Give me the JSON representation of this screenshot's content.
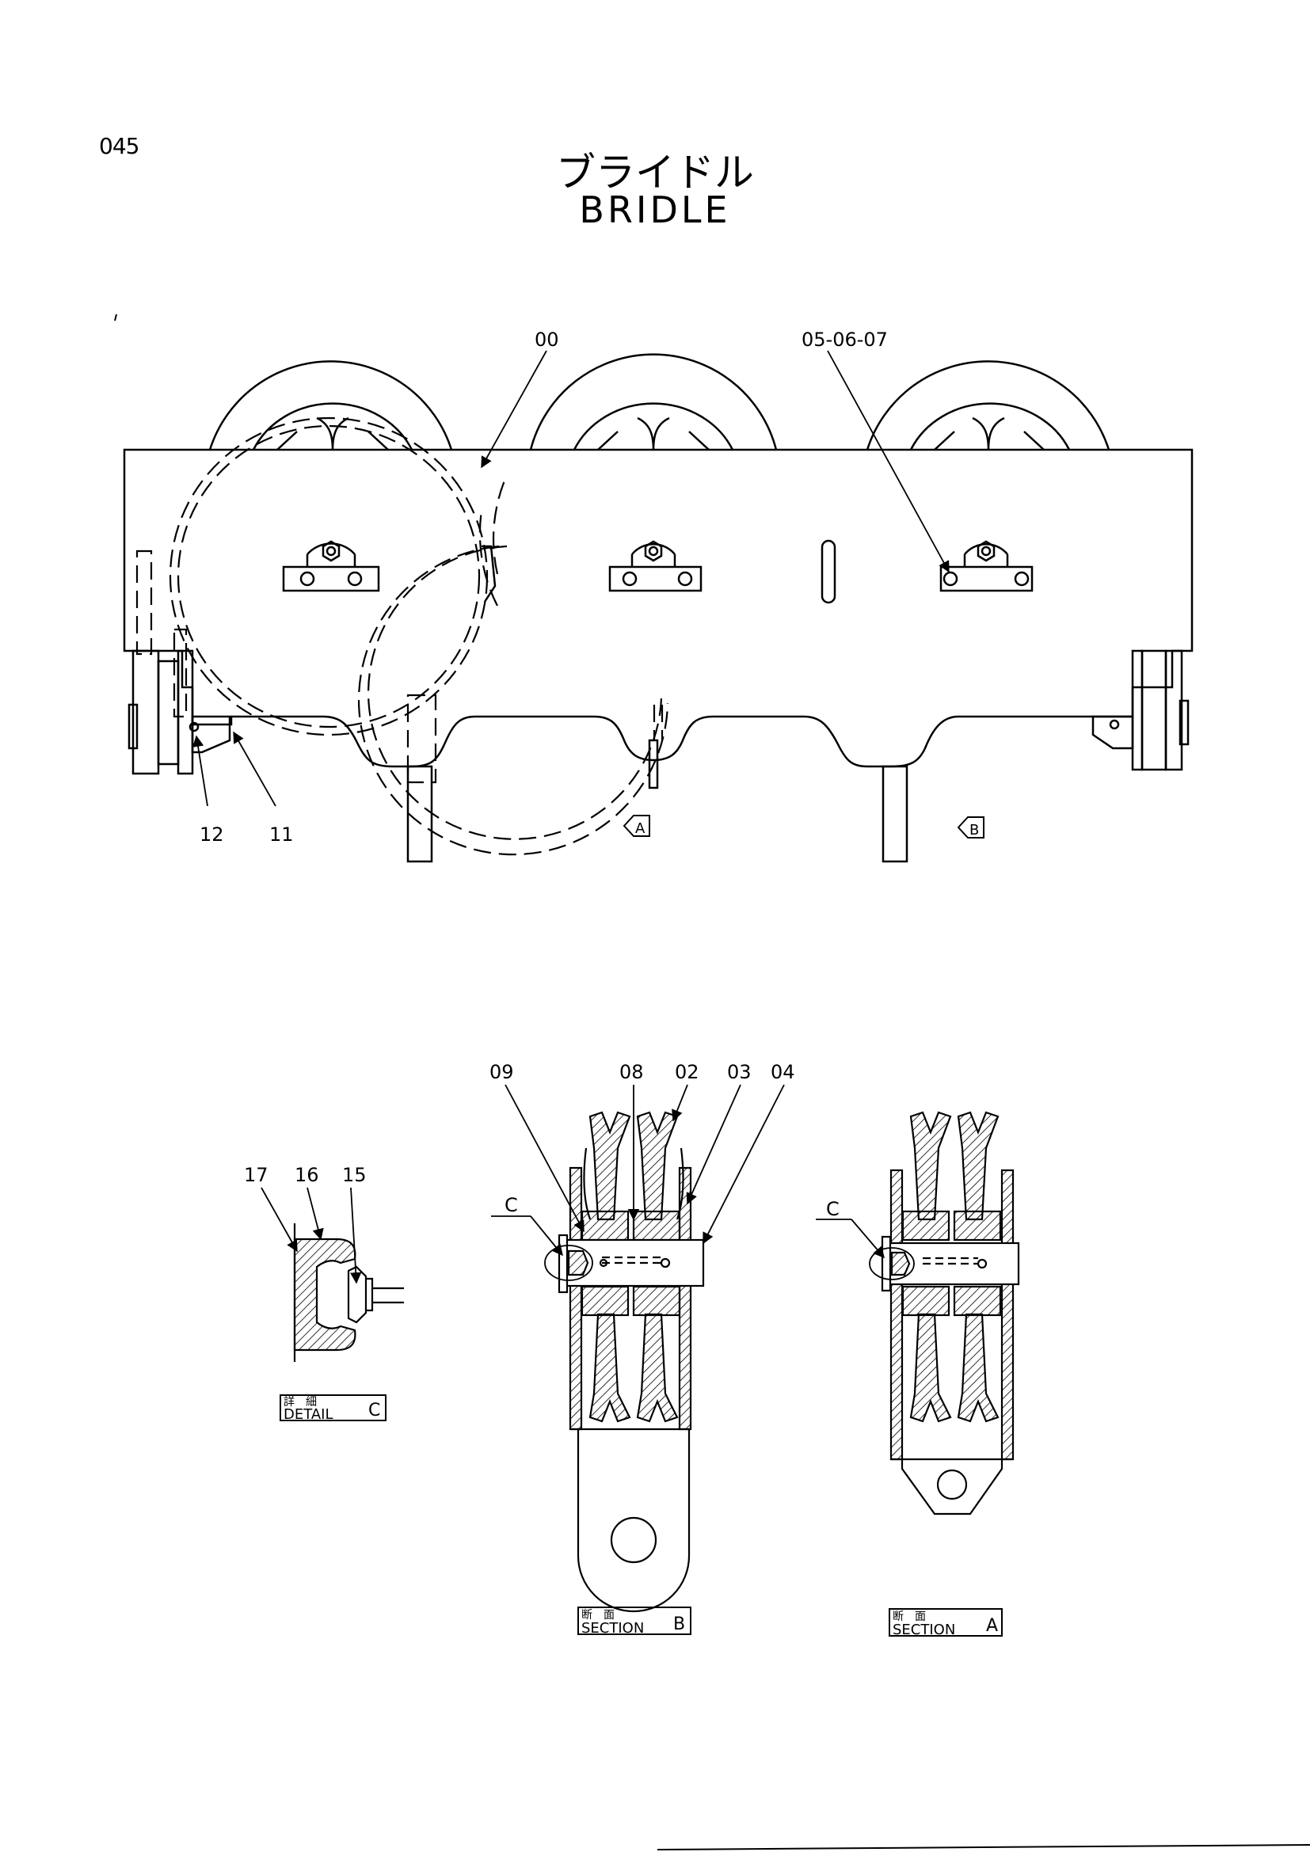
{
  "page_number": "045",
  "title": {
    "japanese": "ブライドル",
    "english": "BRIDLE"
  },
  "main_view": {
    "callouts": {
      "assembly": "00",
      "bolt_set": "05-06-07",
      "pin": "12",
      "plate": "11"
    },
    "view_markers": {
      "section_a": "A",
      "section_b": "B"
    }
  },
  "detail_c": {
    "callouts": [
      "17",
      "16",
      "15"
    ],
    "label_jp": "詳　細",
    "label_en": "DETAIL",
    "label_letter": "C"
  },
  "section_b": {
    "callouts": [
      "09",
      "08",
      "02",
      "03",
      "04"
    ],
    "detail_ref": "C",
    "label_jp": "断　面",
    "label_en": "SECTION",
    "label_letter": "B"
  },
  "section_a": {
    "detail_ref": "C",
    "label_jp": "断　面",
    "label_en": "SECTION",
    "label_letter": "A"
  }
}
